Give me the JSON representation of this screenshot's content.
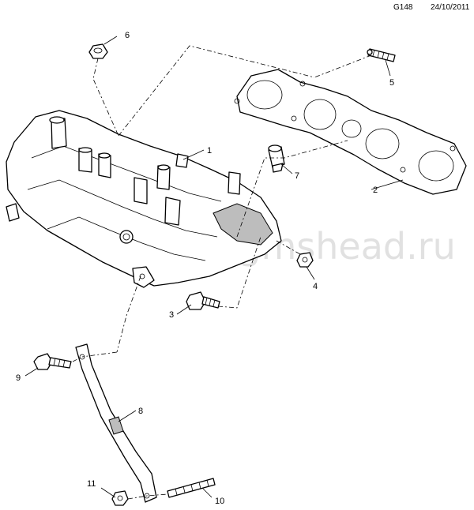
{
  "header": {
    "diagram_code": "G148",
    "date": "24/10/2011"
  },
  "watermark": "www.gmshead.ru",
  "callouts": [
    {
      "id": "1",
      "label": "1"
    },
    {
      "id": "2",
      "label": "2"
    },
    {
      "id": "3",
      "label": "3"
    },
    {
      "id": "4",
      "label": "4"
    },
    {
      "id": "5",
      "label": "5"
    },
    {
      "id": "6",
      "label": "6"
    },
    {
      "id": "7",
      "label": "7"
    },
    {
      "id": "8",
      "label": "8"
    },
    {
      "id": "9",
      "label": "9"
    },
    {
      "id": "10",
      "label": "10"
    },
    {
      "id": "11",
      "label": "11"
    }
  ]
}
